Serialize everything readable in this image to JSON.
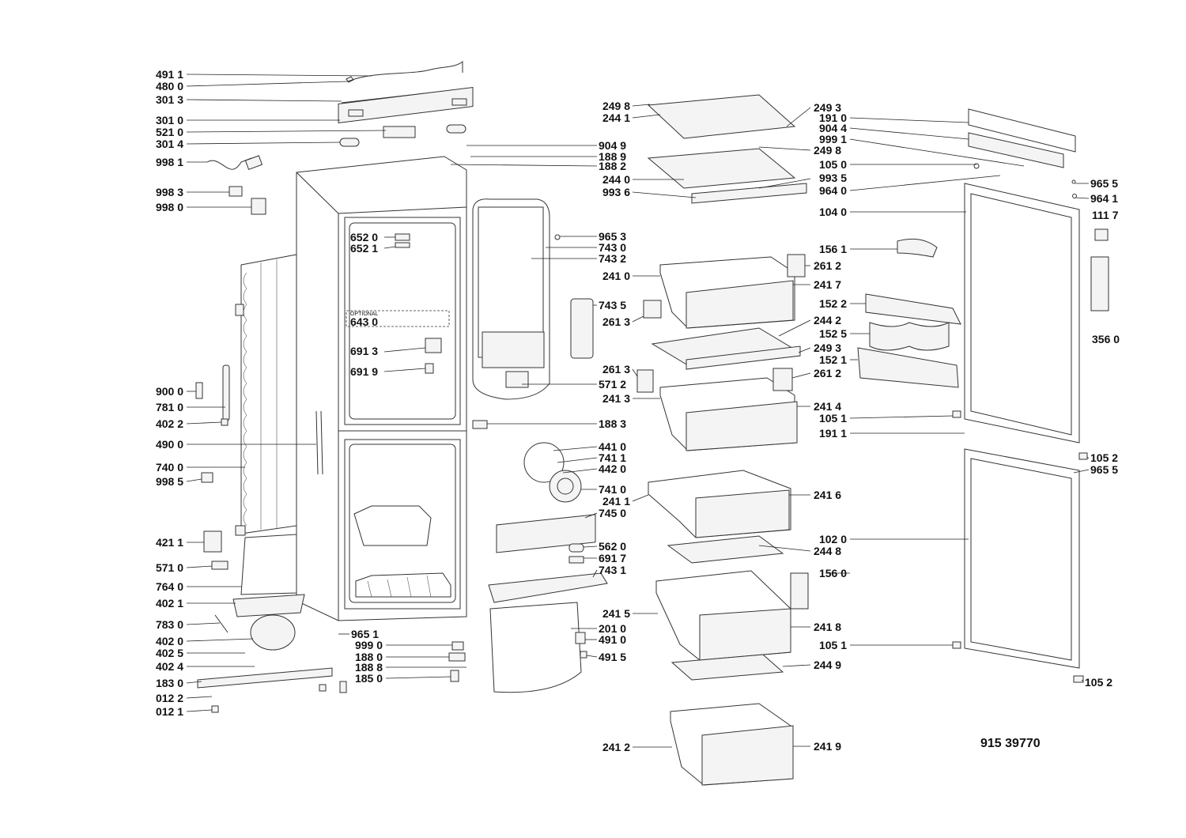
{
  "diagram": {
    "model_code": "915 39770",
    "optional_tag": "OPTIONAL",
    "labels": {
      "l4911": "491 1",
      "l4800": "480 0",
      "l3013": "301 3",
      "l3010": "301 0",
      "l5210": "521 0",
      "l3014": "301 4",
      "l9981": "998 1",
      "l9983": "998 3",
      "l9980": "998 0",
      "l6520": "652 0",
      "l6521": "652 1",
      "l6430": "643 0",
      "l6913": "691 3",
      "l6919": "691 9",
      "l9000": "900 0",
      "l7810": "781 0",
      "l4022": "402 2",
      "l4900": "490 0",
      "l7400": "740 0",
      "l9985": "998 5",
      "l4211": "421 1",
      "l5710": "571 0",
      "l7640": "764 0",
      "l4021": "402 1",
      "l7830": "783 0",
      "l4020": "402 0",
      "l4025": "402 5",
      "l4024": "402 4",
      "l1830": "183 0",
      "l0122": "012 2",
      "l0121": "012 1",
      "l9651": "965 1",
      "l9990": "999 0",
      "l1880": "188 0",
      "l1888": "188 8",
      "l1850": "185 0",
      "l9049": "904 9",
      "l1889": "188 9",
      "l1882": "188 2",
      "l9653": "965 3",
      "l7430": "743 0",
      "l7432": "743 2",
      "l7435": "743 5",
      "l5712": "571 2",
      "l1883": "188 3",
      "l4410": "441 0",
      "l7411": "741 1",
      "l4420": "442 0",
      "l7410": "741 0",
      "l7450": "745 0",
      "l5620": "562 0",
      "l6917": "691 7",
      "l7431": "743 1",
      "l2010": "201 0",
      "l4910": "491 0",
      "l4915": "491 5",
      "l2498": "249 8",
      "l2441": "244 1",
      "l2440": "244 0",
      "l9936": "993 6",
      "l2410": "241 0",
      "l2613": "261 3",
      "l2413": "241 3",
      "l2411": "241 1",
      "l2415": "241 5",
      "l2412": "241 2",
      "l2493": "249 3",
      "l1910": "191 0",
      "l9044": "904 4",
      "l9991": "999 1",
      "l2498b": "249 8",
      "l1050": "105 0",
      "l9935": "993 5",
      "l9640": "964 0",
      "l1040": "104 0",
      "l1561": "156 1",
      "l2612": "261 2",
      "l2417": "241 7",
      "l1522": "152 2",
      "l2442": "244 2",
      "l1525": "152 5",
      "l2493b": "249 3",
      "l1521": "152 1",
      "l2613b": "261 3",
      "l2612b": "261 2",
      "l2414": "241 4",
      "l1051": "105 1",
      "l1911": "191 1",
      "l2416": "241 6",
      "l1020": "102 0",
      "l2448": "244 8",
      "l1560": "156 0",
      "l2418": "241 8",
      "l1051b": "105 1",
      "l2449": "244 9",
      "l2419": "241 9",
      "l9655": "965 5",
      "l9641": "964 1",
      "l1117": "111 7",
      "l3560": "356 0",
      "l1052": "105 2",
      "l9655b": "965 5",
      "l1052b": "105 2"
    }
  }
}
